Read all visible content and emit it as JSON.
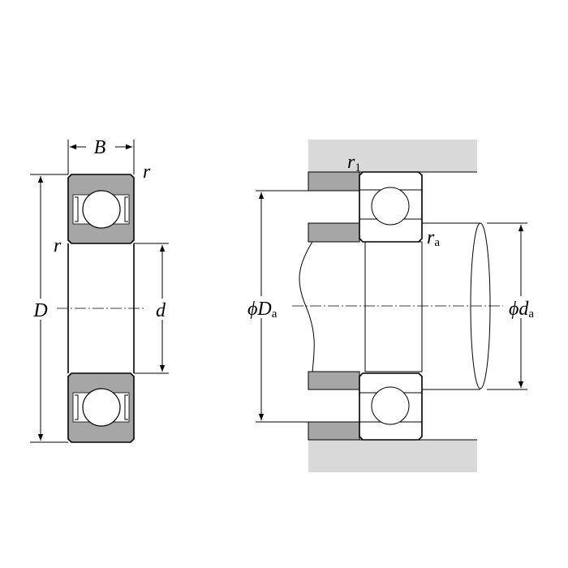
{
  "labels": {
    "width": "B",
    "chamfer_outer": "r",
    "chamfer_inner": "r",
    "outer_diameter": "D",
    "bore_diameter": "d",
    "housing_fillet": "r",
    "housing_fillet_sub": "1",
    "shaft_fillet": "r",
    "shaft_fillet_sub": "a",
    "housing_shoulder_prefix": "ϕD",
    "housing_shoulder_sub": "a",
    "shaft_shoulder_prefix": "ϕd",
    "shaft_shoulder_sub": "a"
  },
  "colors": {
    "ring": "#a6a6a6",
    "housing": "#d9d9d9",
    "shoulder": "#a6a6a6"
  }
}
